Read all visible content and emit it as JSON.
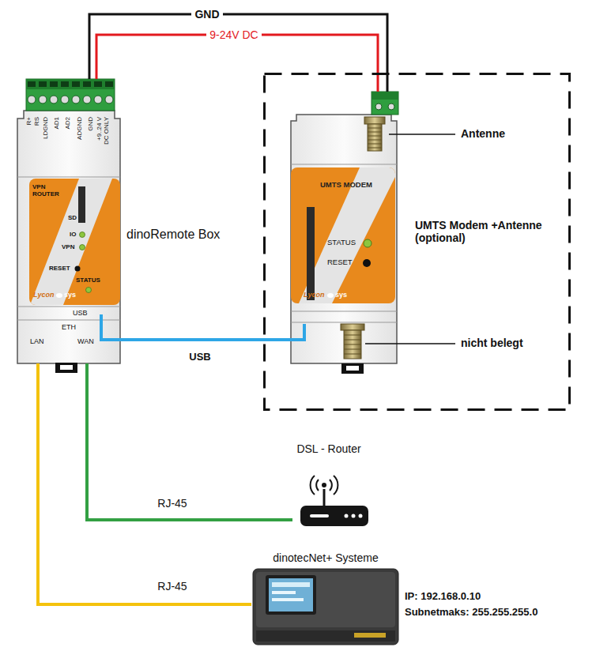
{
  "diagram": {
    "nodes": [
      {
        "text": [
          "dinoRemote Box"
        ]
      },
      {
        "text": [
          "UMTS Modem +Antenne (optional)"
        ]
      },
      {
        "text": [
          "UMTS MODEM"
        ],
        "in": 1
      },
      {
        "text": [
          "DSL - Router"
        ]
      },
      {
        "text": [
          "dinotecNet+ Systeme",
          "IP: 192.168.0.10",
          "Subnetmaks: 255.255.255.0"
        ]
      }
    ],
    "edges": [
      {
        "from": 0,
        "to": 2,
        "label": "GND",
        "arrow": "none"
      },
      {
        "from": 0,
        "to": 2,
        "label": "9-24V DC",
        "arrow": "none"
      },
      {
        "from": 0,
        "to": 2,
        "label": "USB",
        "arrow": "none"
      },
      {
        "from": 0,
        "to": 3,
        "label": "RJ-45",
        "arrow": "none"
      },
      {
        "from": 0,
        "to": 4,
        "label": "RJ-45",
        "arrow": "none"
      }
    ],
    "labels": [
      "R+",
      "RS",
      "LDGND",
      "AD1",
      "AD2",
      "ADGND",
      "GND",
      "+9..24 V DC ONLY",
      "VPN ROUTER",
      "SD",
      "IO",
      "VPN",
      "RESET",
      "STATUS",
      "Lycon",
      "sys",
      "USB",
      "ETH",
      "LAN",
      "WAN",
      "STATUS",
      "RESET",
      "Lycon",
      "sys",
      "Antenne",
      "nicht belegt"
    ]
  }
}
